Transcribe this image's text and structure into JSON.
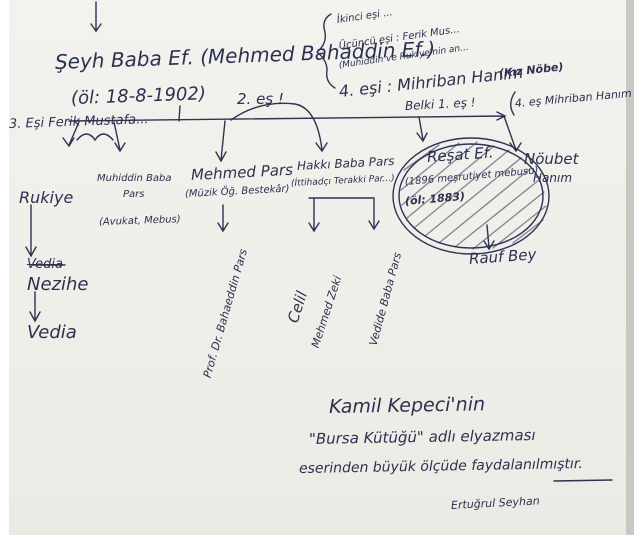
{
  "root": {
    "name": "Şeyh Baba Ef. (Mehmed Bahaddin Ef.)",
    "death": "(öl: 18-8-1902)"
  },
  "wives_notes": {
    "second": "İkinci eşi ...",
    "third": "Üçüncü eşi : Ferik Mus...",
    "third_children": "(Muhiddin ve Rukiye'nin an...",
    "fourth": "4. eşi : Mihriban Hanım",
    "fourth_extra": "(Kız Nöbe)"
  },
  "branch_labels": {
    "first_wife": "3. Eşi Ferik Mustafa...",
    "second_wife": "2. eş !",
    "maybe_first": "Belki 1. eş !",
    "fourth_wife": "4. eş Mihriban Hanım"
  },
  "children": {
    "rukiye": "Rukiye",
    "muhiddin_line1": "Muhiddin Baba",
    "muhiddin_line2": "Pars",
    "muhiddin_note": "(Avukat, Mebus)",
    "mehmed_line1": "Mehmed Pars",
    "mehmed_note": "(Müzik Öğ. Bestekâr)",
    "hakki_line1": "Hakkı Baba Pars",
    "hakki_note": "(İttihadçı Terakki Par...)",
    "resat_name": "Reşat Ef.",
    "resat_note": "(1896 meşrutiyet mebusu)",
    "resat_death": "(öl: 1883)",
    "noubet_line1": "Nöubet",
    "noubet_line2": "Hanım"
  },
  "grandchildren": {
    "vedia_crossed": "Vedia",
    "nezihe": "Nezihe",
    "vedia": "Vedia",
    "prof": "Prof. Dr. Bahaeddin Pars",
    "calil": "Celil",
    "mehmed_zeki": "Mehmed Zeki",
    "vedide": "Vedide Baba Pars",
    "rauf": "Rauf Bey"
  },
  "footer": {
    "line1": "Kamil Kepeci'nin",
    "line2": "\"Bursa Kütüğü\" adlı elyazması",
    "line3": "eserinden büyük ölçüde faydalanılmıştır.",
    "signature": "Ertuğrul Seyhan"
  }
}
